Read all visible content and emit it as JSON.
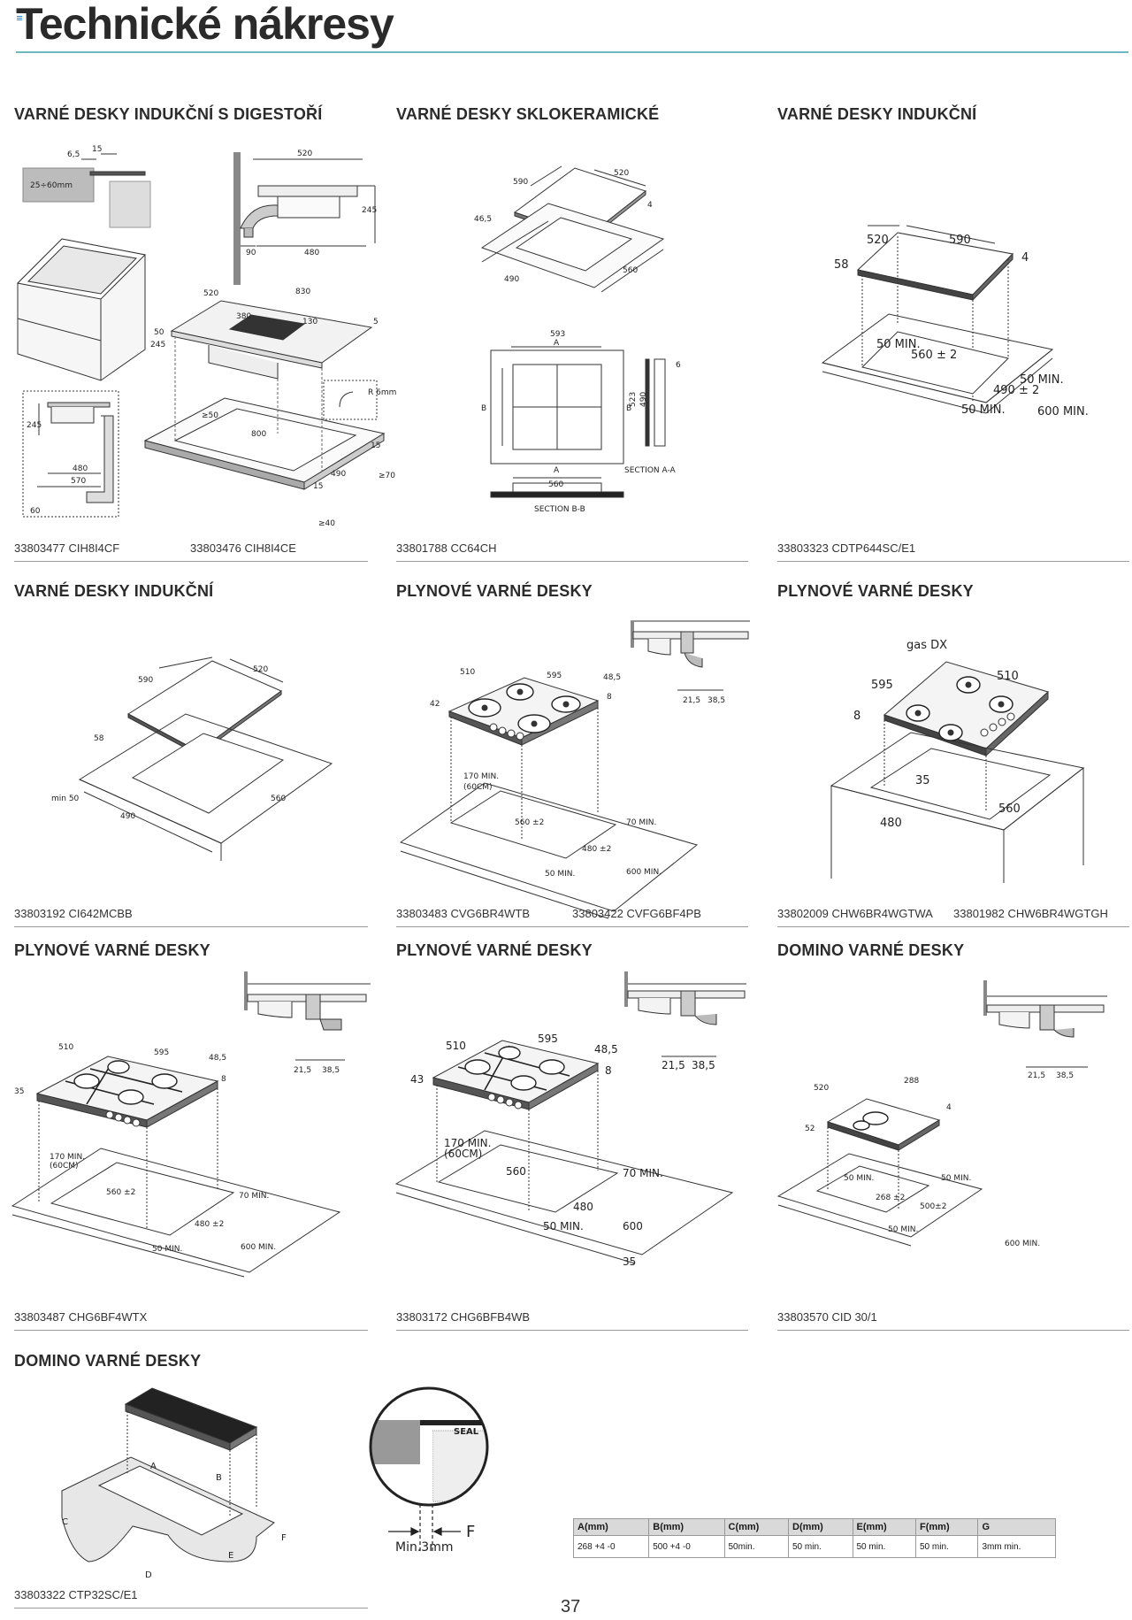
{
  "page": {
    "title": "Technické nákresy",
    "number": "37"
  },
  "sections": [
    {
      "heading": "VARNÉ DESKY INDUKČNÍ S DIGESTOŘÍ",
      "codes": [
        "33803477 CIH8I4CF",
        "33803476 CIH8I4CE"
      ]
    },
    {
      "heading": "VARNÉ DESKY SKLOKERAMICKÉ",
      "codes": [
        "33801788 CC64CH"
      ]
    },
    {
      "heading": "VARNÉ DESKY INDUKČNÍ",
      "codes": [
        "33803323 CDTP644SC/E1"
      ]
    },
    {
      "heading": "VARNÉ DESKY INDUKČNÍ",
      "codes": [
        "33803192 CI642MCBB"
      ]
    },
    {
      "heading": "PLYNOVÉ VARNÉ DESKY",
      "codes": [
        "33803483 CVG6BR4WTB",
        "33803422 CVFG6BF4PB"
      ]
    },
    {
      "heading": "PLYNOVÉ VARNÉ DESKY",
      "codes": [
        "33802009 CHW6BR4WGTWA",
        "33801982 CHW6BR4WGTGH"
      ]
    },
    {
      "heading": "PLYNOVÉ VARNÉ DESKY",
      "codes": [
        "33803487 CHG6BF4WTX"
      ]
    },
    {
      "heading": "PLYNOVÉ VARNÉ DESKY",
      "codes": [
        "33803172 CHG6BFB4WB"
      ]
    },
    {
      "heading": "DOMINO VARNÉ DESKY",
      "codes": [
        "33803570 CID 30/1"
      ]
    },
    {
      "heading": "DOMINO VARNÉ DESKY",
      "codes": [
        "33803322 CTP32SC/E1"
      ]
    }
  ],
  "labels": {
    "s1": {
      "d65": "6,5",
      "d15": "15",
      "d2560": "25÷60mm",
      "d520": "520",
      "d245": "245",
      "d90": "90",
      "d480": "480",
      "d830": "830",
      "d380": "380",
      "d130": "130",
      "d5": "5",
      "d50": "50",
      "d245b": "245",
      "r6": "R 6mm",
      "ge50": "≥50",
      "d800": "800",
      "d490": "490",
      "d15b": "15",
      "ge70": "≥70",
      "d15c": "15",
      "ge40": "≥40",
      "d245c": "245",
      "d480b": "480",
      "d570": "570",
      "d60": "60"
    },
    "s2": {
      "d590": "590",
      "d520": "520",
      "d4": "4",
      "d465": "46,5",
      "d490": "490",
      "d560": "560",
      "d593": "593",
      "a": "A",
      "b": "B",
      "b2": "B",
      "d523": "523",
      "d490b": "490",
      "d6": "6",
      "a2": "A",
      "secaa": "SECTION  A-A",
      "d560b": "560",
      "secbb": "SECTION  B-B"
    },
    "s3": {
      "d520": "520",
      "d590": "590",
      "d58": "58",
      "d4": "4",
      "min50": "50 MIN.",
      "d5602": "560 ± 2",
      "min50b": "50 MIN.",
      "d4902": "490 ± 2",
      "min50c": "50 MIN.",
      "min600": "600 MIN."
    },
    "s4": {
      "d590": "590",
      "d520": "520",
      "d58": "58",
      "min50": "min 50",
      "d560": "560",
      "d490": "490"
    },
    "s5": {
      "d510": "510",
      "d595": "595",
      "d485": "48,5",
      "d42": "42",
      "d8": "8",
      "d215": "21,5",
      "d385": "38,5",
      "d170": "170 MIN.",
      "d60cm": "(60CM)",
      "d5602": "560 ±2",
      "min70": "70 MIN.",
      "d4802": "480 ±2",
      "min50": "50 MIN.",
      "min600": "600 MIN."
    },
    "s6": {
      "gas": "gas DX",
      "d595": "595",
      "d510": "510",
      "d8": "8",
      "d35": "35",
      "d480": "480",
      "d560": "560"
    },
    "s7": {
      "d510": "510",
      "d595": "595",
      "d485": "48,5",
      "d35": "35",
      "d8": "8",
      "d215": "21,5",
      "d385": "38,5",
      "d170": "170 MIN.",
      "d60cm": "(60CM)",
      "d5602": "560 ±2",
      "min70": "70 MIN.",
      "d4802": "480 ±2",
      "min50": "50 MIN.",
      "min600": "600 MIN."
    },
    "s8": {
      "d510": "510",
      "d595": "595",
      "d485": "48,5",
      "d43": "43",
      "d8": "8",
      "d215": "21,5",
      "d385": "38,5",
      "d170": "170 MIN.",
      "d60cm": "(60CM)",
      "d560": "560",
      "min70": "70 MIN.",
      "d480": "480",
      "min50": "50 MIN.",
      "d600": "600",
      "d35": "35"
    },
    "s9": {
      "d520": "520",
      "d288": "288",
      "d4": "4",
      "d52": "52",
      "min50": "50 MIN.",
      "min50b": "50 MIN.",
      "d2682": "268 ±2",
      "d5002": "500±2",
      "min50c": "50 MIN.",
      "min600": "600 MIN.",
      "d215": "21,5",
      "d385": "38,5"
    },
    "s10": {
      "a": "A",
      "b": "B",
      "c": "C",
      "d": "D",
      "e": "E",
      "f": "F",
      "f2": "F",
      "seal": "SEAL",
      "min3": "Min.3mm"
    }
  },
  "spec_table": {
    "headers": [
      "A(mm)",
      "B(mm)",
      "C(mm)",
      "D(mm)",
      "E(mm)",
      "F(mm)",
      "G"
    ],
    "row": [
      "268 +4 -0",
      "500 +4 -0",
      "50min.",
      "50 min.",
      "50 min.",
      "50 min.",
      "3mm min."
    ]
  }
}
